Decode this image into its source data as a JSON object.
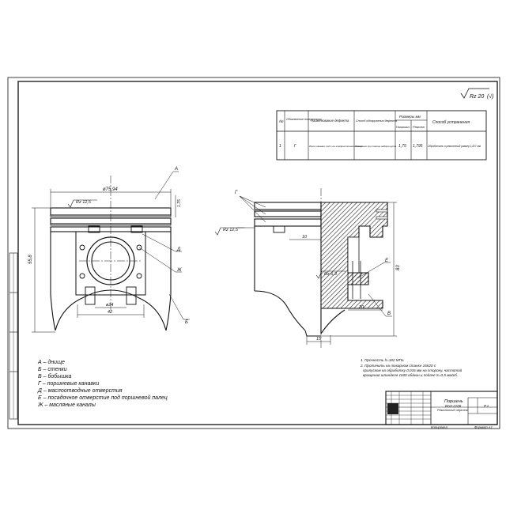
{
  "roughness": {
    "main": "Rz 20",
    "check": "(√)"
  },
  "defect_table": {
    "headers": {
      "num": "№",
      "designation": "Обозначение поверхности",
      "name": "Наименование дефекта",
      "method": "Способ обнаружения дефекта",
      "sizes": "Размеры мм",
      "nominal": "Номинал",
      "repair": "Ремонт",
      "remedy": "Способ устранения"
    },
    "rows": [
      {
        "num": "1",
        "designation": "Г",
        "name": "Износ канавки под 1-ое компрессионное кольцо",
        "method": "Измерение при помощи набора щупов",
        "nominal": "1,75",
        "repair": "1,795",
        "remedy": "Обработать в ремонтный размер 1,827 мм"
      }
    ]
  },
  "left_view": {
    "dim_diameter": "ø75,94",
    "dim_height": "55,8",
    "dim_small": "1,75",
    "dim_hole": "ø24",
    "dim_width": "42",
    "roughness": "Rz 12,5",
    "callouts": [
      "А",
      "Д",
      "Ж",
      "Б"
    ]
  },
  "right_view": {
    "roughness_top": "Rz 12,5",
    "roughness_pin": "Rz 6,3",
    "dim_10": "10",
    "dim_83": "83",
    "dim_20": "20",
    "dim_15": "15",
    "callouts": [
      "Г",
      "Е",
      "В"
    ]
  },
  "legend": [
    "А – днище",
    "Б – стенки",
    "В – бобышка",
    "Г – поршневые канавки",
    "Д – маслоотводные отверстия",
    "Е – посадочное отверстие под поршневой палец",
    "Ж – масляные каналы"
  ],
  "notes": [
    "1. Прочность h=182 МПа",
    "2. Протачить на токарном станке 16К20 с",
    "припуском на обработку 0,016 мм на сторону, частотой",
    "вращения шпинделя 1600 об/мин и подаче S=0,5 мм/об."
  ],
  "title_block": {
    "part_name": "Поршень",
    "model": "ВАЗ-2106",
    "drawing_type": "Ремонтный чертеж",
    "sheet": "Р.1",
    "copied": "Копировал",
    "format": "Формат А1"
  }
}
